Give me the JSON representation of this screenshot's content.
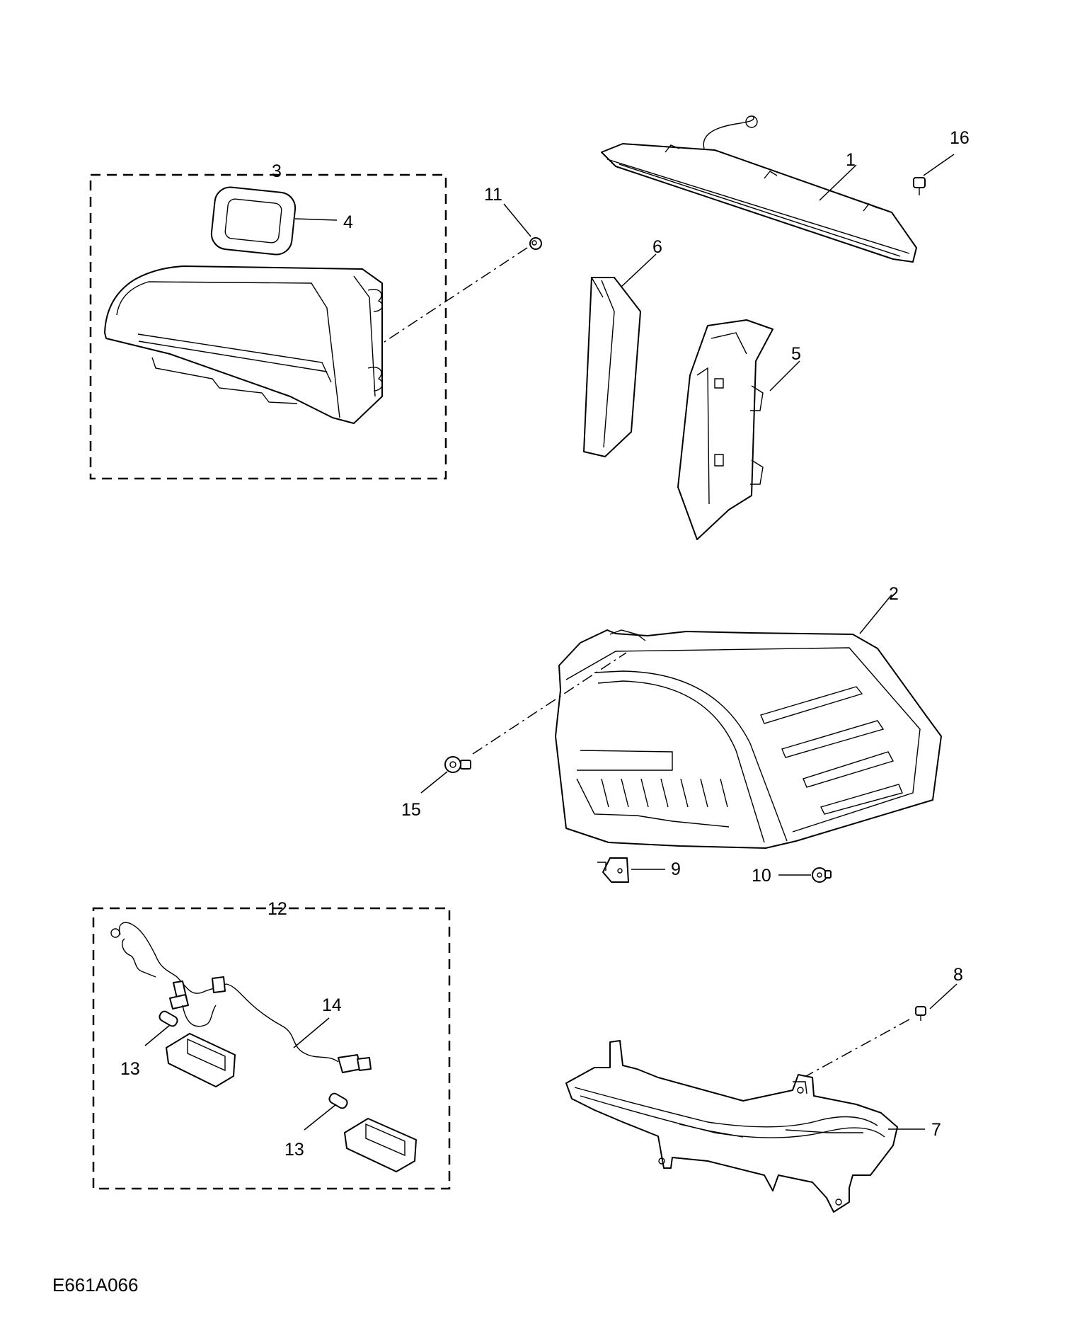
{
  "diagram_code": "E661A066",
  "callouts": {
    "c1": "1",
    "c2": "2",
    "c3": "3",
    "c4": "4",
    "c5": "5",
    "c6": "6",
    "c7": "7",
    "c8": "8",
    "c9": "9",
    "c10": "10",
    "c11": "11",
    "c12": "12",
    "c13a": "13",
    "c13b": "13",
    "c14": "14",
    "c15": "15",
    "c16": "16"
  }
}
